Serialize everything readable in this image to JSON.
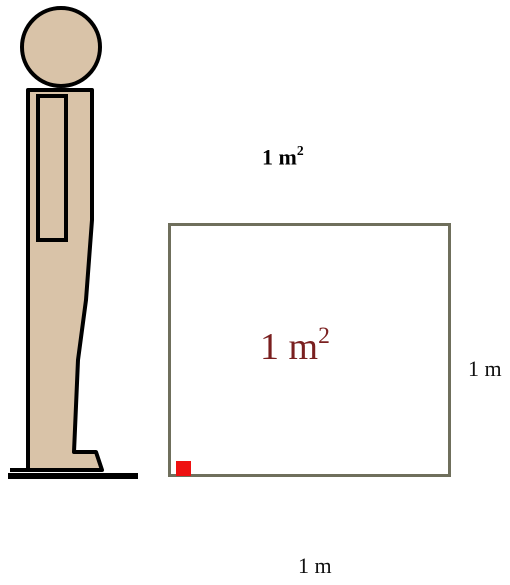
{
  "title": {
    "text": "1 m",
    "exponent": "2"
  },
  "square": {
    "area_text": "1  m",
    "area_exponent": "2",
    "side_label": "1 m",
    "bottom_label": "1 m"
  },
  "colors": {
    "figure_fill": "#d9c3a8",
    "figure_outline": "#000000",
    "square_border": "#6f6f5c",
    "right_angle_marker": "#ee1111",
    "area_text": "#7a1f1f"
  },
  "icons": {
    "person": "standing-person-icon",
    "right_angle": "right-angle-marker"
  }
}
